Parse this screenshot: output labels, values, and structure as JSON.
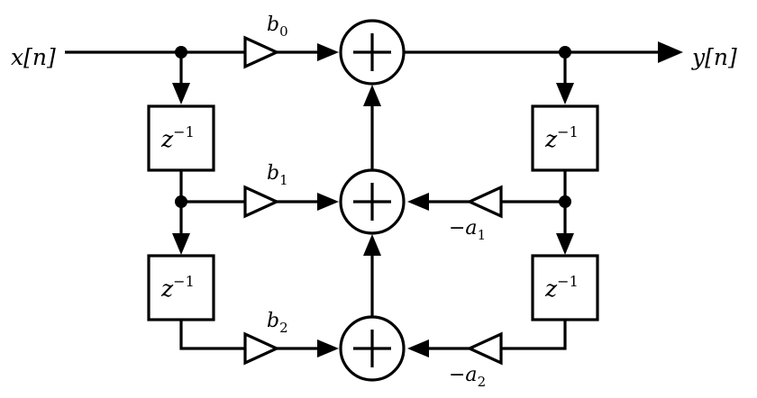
{
  "io": {
    "input": "x[n]",
    "output": "y[n]"
  },
  "delays": {
    "base": "z",
    "exponent": "−1"
  },
  "coefficients": {
    "b0": {
      "symbol": "b",
      "sub": "0"
    },
    "b1": {
      "symbol": "b",
      "sub": "1"
    },
    "b2": {
      "symbol": "b",
      "sub": "2"
    },
    "a1": {
      "symbol": "−a",
      "sub": "1"
    },
    "a2": {
      "symbol": "−a",
      "sub": "2"
    }
  }
}
